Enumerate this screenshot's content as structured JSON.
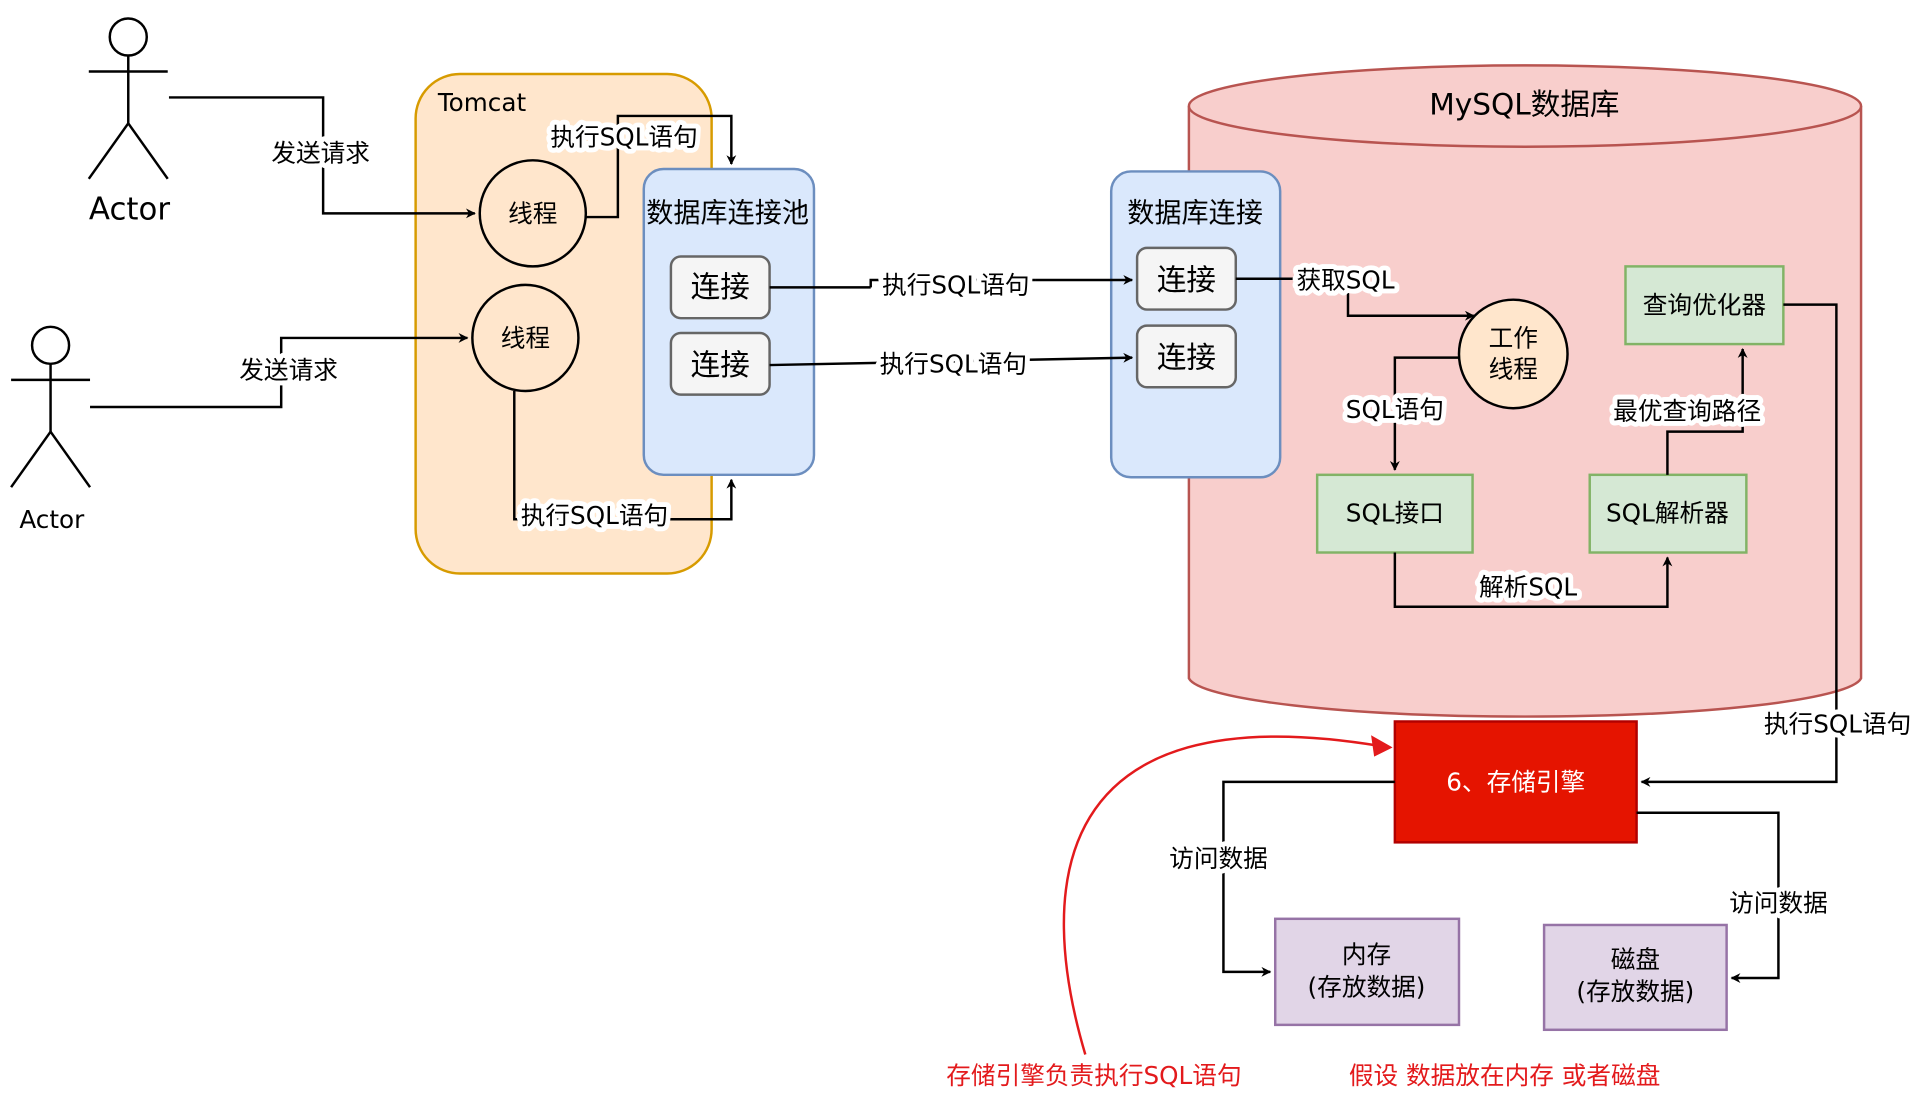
{
  "actors": [
    {
      "label": "Actor"
    },
    {
      "label": "Actor"
    }
  ],
  "tomcat": {
    "title": "Tomcat",
    "thread1": "线程",
    "thread2": "线程",
    "pool": {
      "title": "数据库连接池",
      "conn1": "连接",
      "conn2": "连接"
    }
  },
  "db_conn": {
    "title": "数据库连接",
    "conn1": "连接",
    "conn2": "连接"
  },
  "mysql": {
    "title": "MySQL数据库",
    "worker_line1": "工作",
    "worker_line2": "线程",
    "sql_interface": "SQL接口",
    "sql_parser": "SQL解析器",
    "optimizer": "查询优化器"
  },
  "storage_engine": "6、存储引擎",
  "memory": {
    "line1": "内存",
    "line2": "(存放数据)"
  },
  "disk": {
    "line1": "磁盘",
    "line2": "(存放数据)"
  },
  "edges": {
    "send_request_1": "发送请求",
    "send_request_2": "发送请求",
    "exec_sql_top": "执行SQL语句",
    "exec_sql_bottom": "执行SQL语句",
    "exec_sql_mid1": "执行SQL语句",
    "exec_sql_mid2": "执行SQL语句",
    "get_sql": "获取SQL",
    "sql_statement": "SQL语句",
    "parse_sql": "解析SQL",
    "best_path": "最优查询路径",
    "exec_sql_right": "执行SQL语句",
    "access_data_1": "访问数据",
    "access_data_2": "访问数据"
  },
  "notes": {
    "engine_note": "存储引擎负责执行SQL语句",
    "data_note": "假设 数据放在内存 或者磁盘"
  },
  "colors": {
    "tomcat_fill": "#ffe6cc",
    "tomcat_stroke": "#d79b00",
    "pool_fill": "#dae8fc",
    "pool_stroke": "#6c8ebf",
    "mysql_fill": "#f8cecc",
    "mysql_stroke": "#b85450",
    "green_fill": "#d5e8d4",
    "green_stroke": "#82b366",
    "purple_fill": "#e1d5e7",
    "purple_stroke": "#9673a6",
    "engine_fill": "#e51400",
    "engine_stroke": "#b20000",
    "note_red": "#e31a1c"
  }
}
